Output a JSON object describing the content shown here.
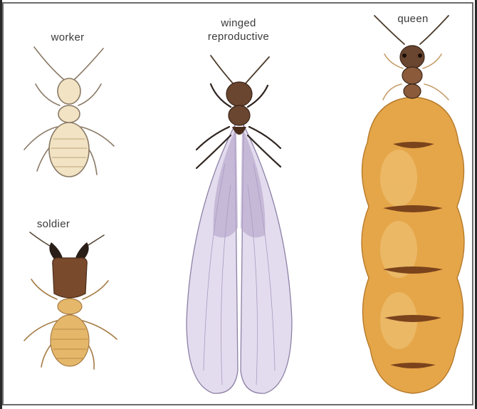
{
  "labels": {
    "worker": "worker",
    "soldier": "soldier",
    "winged_line1": "winged",
    "winged_line2": "reproductive",
    "queen": "queen"
  },
  "colors": {
    "worker_body": "#f1e3c3",
    "soldier_body": "#e5b76a",
    "soldier_head": "#7a4a2c",
    "mandible": "#2a1e18",
    "alate_body": "#6a4530",
    "wing": "#e3dcee",
    "wing_shade": "#b9aacd",
    "queen_abdomen": "#e5a649",
    "queen_band": "#7a431c",
    "outline": "#8a7a66"
  },
  "icons": {
    "worker": "worker-termite-illustration",
    "soldier": "soldier-termite-illustration",
    "winged": "winged-reproductive-termite-illustration",
    "queen": "queen-termite-illustration"
  }
}
